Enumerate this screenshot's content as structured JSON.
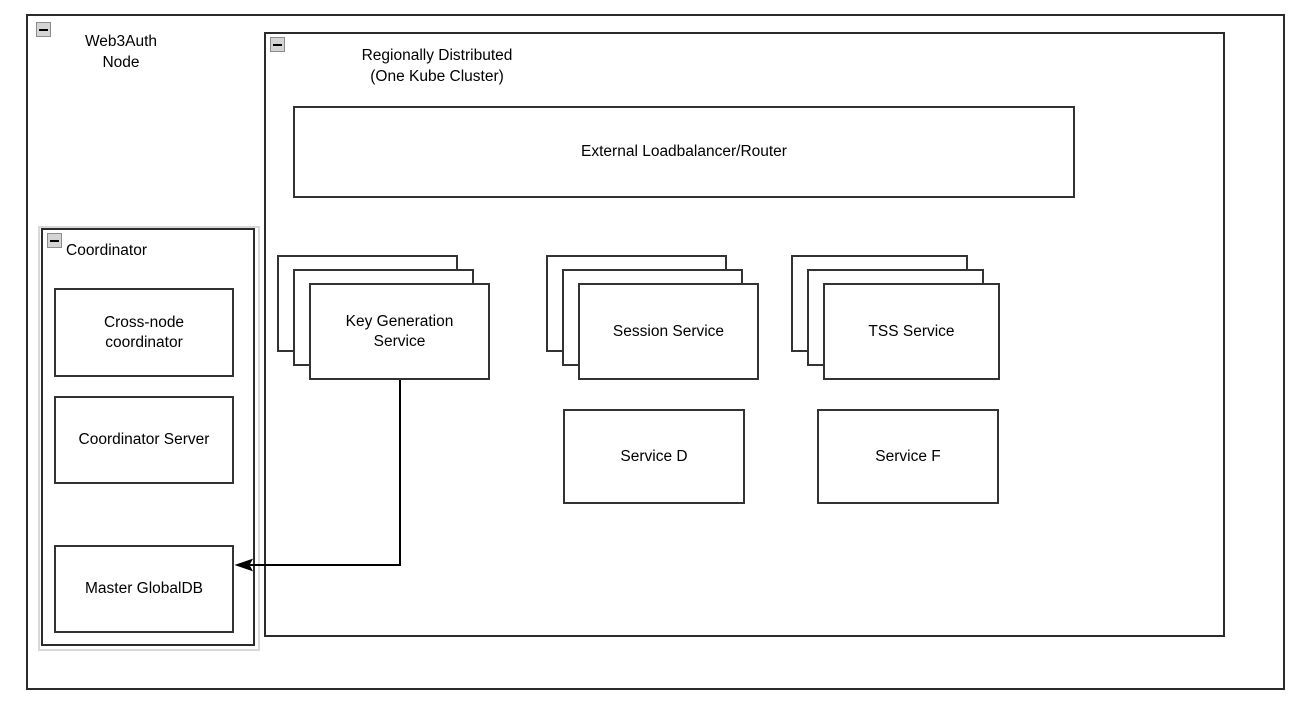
{
  "diagram": {
    "type": "architecture-diagram",
    "background": "#ffffff",
    "line_color": "#333333",
    "text_color": "#000000",
    "shadow_color": "#d8d8d8",
    "collapse_icon_fill": "#d4d4d4"
  },
  "outer": {
    "title": "Web3Auth\nNode",
    "collapse_icon": "collapse-minus-icon"
  },
  "region": {
    "title": "Regionally Distributed\n(One Kube Cluster)",
    "collapse_icon": "collapse-minus-icon"
  },
  "loadbalancer": {
    "label": "External Loadbalancer/Router"
  },
  "coordinator": {
    "title": "Coordinator",
    "collapse_icon": "collapse-minus-icon",
    "items": [
      {
        "label": "Cross-node\ncoordinator"
      },
      {
        "label": "Coordinator Server"
      },
      {
        "label": "Master GlobalDB"
      }
    ]
  },
  "services": {
    "stacked": [
      {
        "label": "Key Generation\nService",
        "replicas": 3
      },
      {
        "label": "Session Service",
        "replicas": 3
      },
      {
        "label": "TSS Service",
        "replicas": 3
      }
    ],
    "single": [
      {
        "label": "Service D"
      },
      {
        "label": "Service F"
      }
    ]
  },
  "connections": [
    {
      "name": "keygen-to-master-globaldb",
      "from": "Key Generation Service",
      "to": "Master GlobalDB",
      "arrow": "end"
    }
  ]
}
